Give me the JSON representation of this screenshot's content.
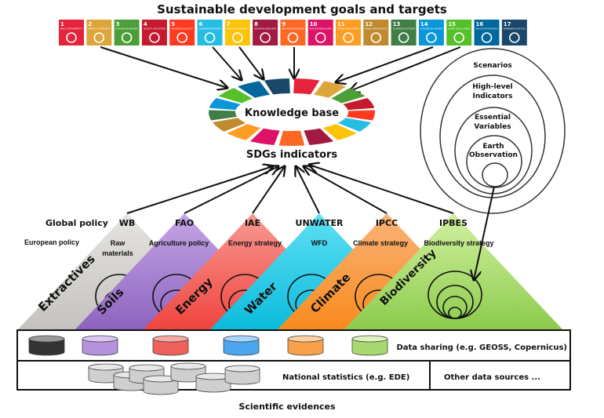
{
  "title": "Sustainable development goals and targets",
  "sdgs": [
    {
      "n": "1",
      "label": "NO POVERTY",
      "color": "#E5243B"
    },
    {
      "n": "2",
      "label": "ZERO HUNGER",
      "color": "#DDA63A"
    },
    {
      "n": "3",
      "label": "GOOD HEALTH AND WELL-BEING",
      "color": "#4C9F38"
    },
    {
      "n": "4",
      "label": "QUALITY EDUCATION",
      "color": "#C5192D"
    },
    {
      "n": "5",
      "label": "GENDER EQUALITY",
      "color": "#FF3A21"
    },
    {
      "n": "6",
      "label": "CLEAN WATER AND SANITATION",
      "color": "#26BDE2"
    },
    {
      "n": "7",
      "label": "AFFORDABLE AND CLEAN ENERGY",
      "color": "#FCC30B"
    },
    {
      "n": "8",
      "label": "DECENT WORK AND ECONOMIC GROWTH",
      "color": "#A21942"
    },
    {
      "n": "9",
      "label": "INDUSTRY, INNOVATION AND INFRASTRUCTURE",
      "color": "#FD6925"
    },
    {
      "n": "10",
      "label": "REDUCED INEQUALITIES",
      "color": "#DD1367"
    },
    {
      "n": "11",
      "label": "SUSTAINABLE CITIES AND COMMUNITIES",
      "color": "#FD9D24"
    },
    {
      "n": "12",
      "label": "RESPONSIBLE CONSUMPTION AND PRODUCTION",
      "color": "#BF8B2E"
    },
    {
      "n": "13",
      "label": "CLIMATE ACTION",
      "color": "#3F7E44"
    },
    {
      "n": "14",
      "label": "LIFE BELOW WATER",
      "color": "#0A97D9"
    },
    {
      "n": "15",
      "label": "LIFE ON LAND",
      "color": "#56C02B"
    },
    {
      "n": "16",
      "label": "PEACE, JUSTICE AND STRONG INSTITUTIONS",
      "color": "#00689D"
    },
    {
      "n": "17",
      "label": "PARTNERSHIPS FOR THE GOALS",
      "color": "#19486A"
    }
  ],
  "knowledge_base": "Knowledge base",
  "sdg_indicators": "SDGs indicators",
  "nested": {
    "scenarios": "Scenarios",
    "high_level_1": "High-level",
    "high_level_2": "Indicators",
    "essential_1": "Essential",
    "essential_2": "Variables",
    "eo_1": "Earth",
    "eo_2": "Observation"
  },
  "policy": {
    "global": "Global policy",
    "european": "European policy"
  },
  "pillars": [
    {
      "org": "WB",
      "strategy_1": "Raw",
      "strategy_2": "materials",
      "theme": "Extractives",
      "color": "#D6D4D0"
    },
    {
      "org": "FAO",
      "strategy_1": "Agriculture policy",
      "theme": "Soils",
      "color": "#A67FCF"
    },
    {
      "org": "IAE",
      "strategy_1": "Energy strategy",
      "theme": "Energy",
      "color": "#F4675F"
    },
    {
      "org": "UNWATER",
      "strategy_1": "WFD",
      "theme": "Water",
      "color": "#27C9E6"
    },
    {
      "org": "IPCC",
      "strategy_1": "Climate strategy",
      "theme": "Climate",
      "color": "#F9953A"
    },
    {
      "org": "IPBES",
      "strategy_1": "Biodiversity strategy",
      "theme": "Biodiversity",
      "color": "#A8D86A"
    }
  ],
  "data_sharing": "Data sharing (e.g. GEOSS, Copernicus)",
  "national_statistics": "National statistics (e.g. EDE)",
  "other_sources": "Other data sources ...",
  "footer": "Scientific evidences"
}
